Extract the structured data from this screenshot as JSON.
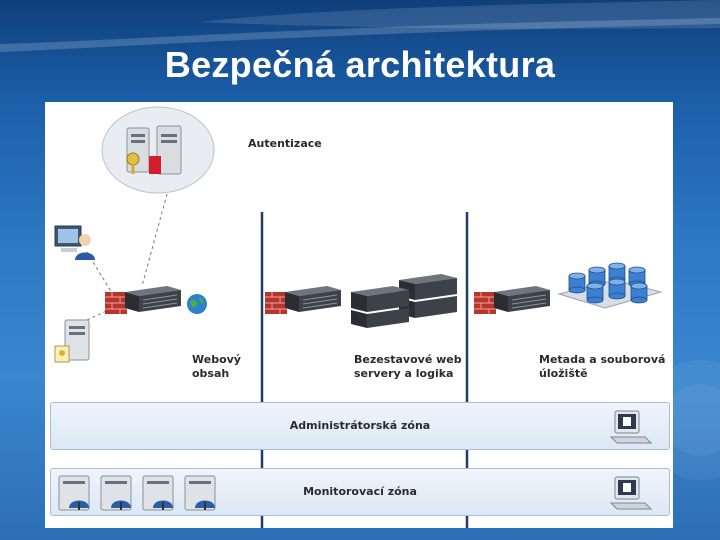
{
  "slide": {
    "title": "Bezpečná architektura"
  },
  "diagram": {
    "labels": {
      "auth": "Autentizace",
      "web_content": "Webový\nobsah",
      "stateless": "Bezestavové web\nservery a logika",
      "metadata": "Metada a souborová\núložiště"
    },
    "zones": {
      "admin": "Administrátorská zóna",
      "monitor": "Monitorovací zóna"
    }
  },
  "colors": {
    "background": "#2e78c4",
    "title": "#ffffff",
    "zone_border": "#a9bfd6",
    "firewall": "#c0392b",
    "server": "#3a3a3a",
    "database": "#3d7fd0"
  },
  "icons": [
    "auth-servers-icon",
    "key-icon",
    "user-workstation-icon",
    "client-server-icon",
    "firewall-icon",
    "rack-server-icon",
    "globe-icon",
    "database-icon",
    "admin-computer-icon",
    "monitoring-server-icon"
  ]
}
